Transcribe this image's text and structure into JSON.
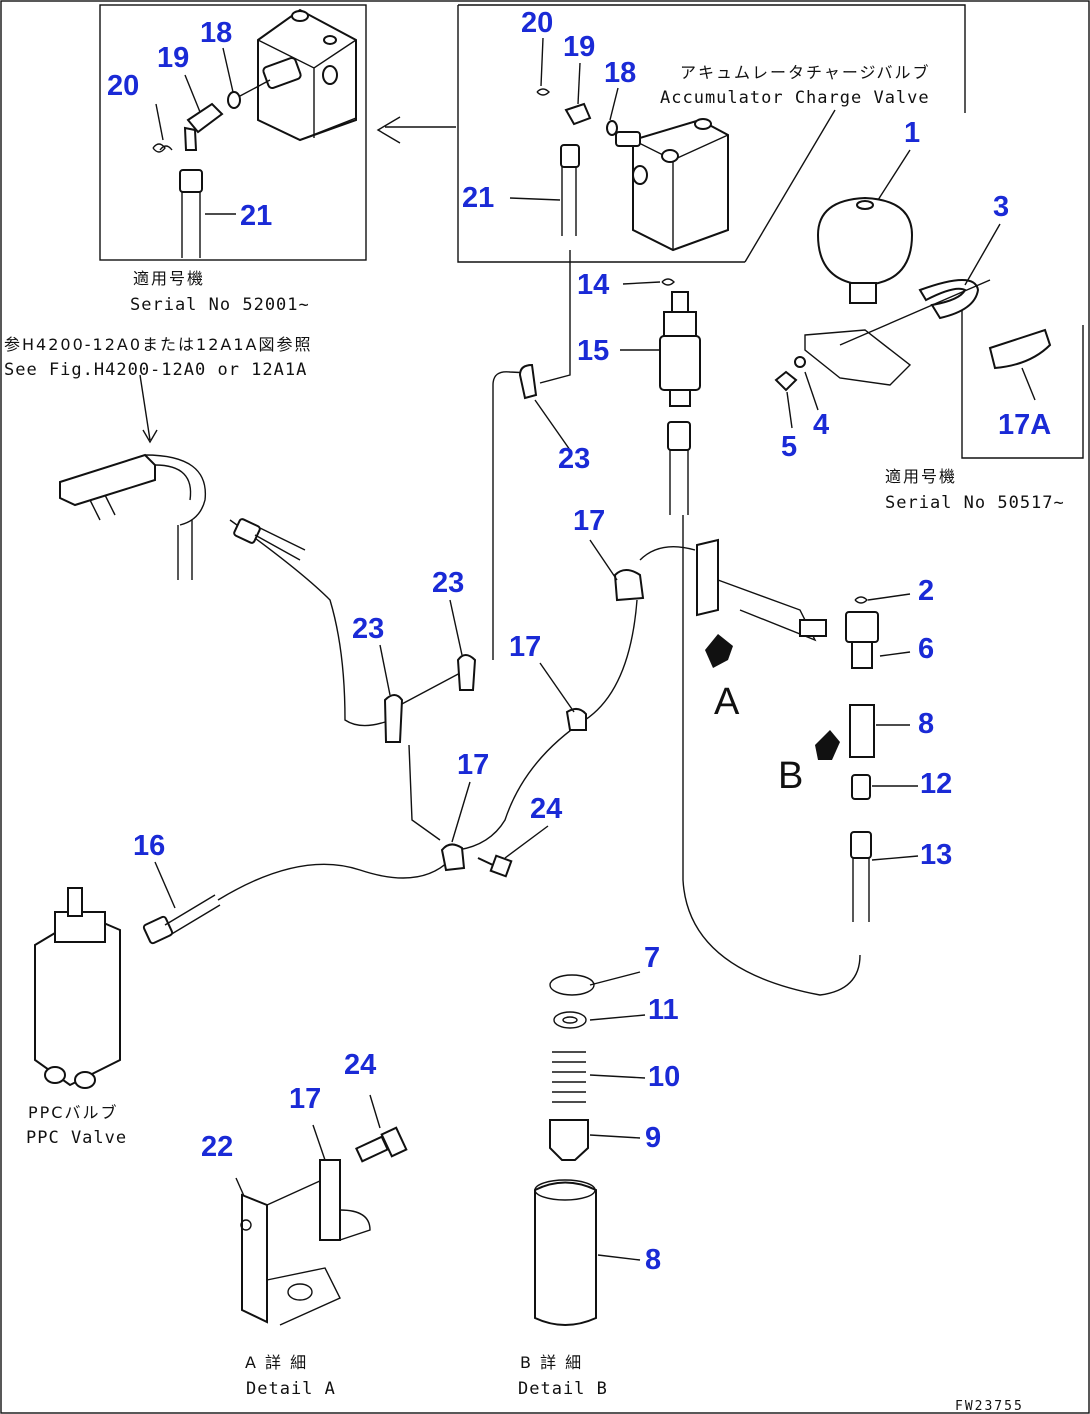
{
  "part_labels": {
    "p1": "1",
    "p2": "2",
    "p3": "3",
    "p4": "4",
    "p5": "5",
    "p6": "6",
    "p7": "7",
    "p8": "8",
    "p9": "9",
    "p10": "10",
    "p11": "11",
    "p12": "12",
    "p13": "13",
    "p14": "14",
    "p15": "15",
    "p16": "16",
    "p17": "17",
    "p17a": "17A",
    "p18": "18",
    "p19": "19",
    "p20": "20",
    "p21": "21",
    "p22": "22",
    "p23": "23",
    "p24": "24"
  },
  "notes": {
    "accumulator_jp": "アキュムレータチャージバルブ",
    "accumulator_en": "Accumulator Charge Valve",
    "serial_left_jp": "適用号機",
    "serial_left_en": "Serial No 52001~",
    "serial_right_jp": "適用号機",
    "serial_right_en": "Serial No 50517~",
    "ref_jp": "参H4200-12A0または12A1A図参照",
    "ref_en": "See Fig.H4200-12A0 or 12A1A",
    "ppc_jp": "PPCバルブ",
    "ppc_en": "PPC Valve",
    "detail_a_jp": "A 詳 細",
    "detail_a_en": "Detail A",
    "detail_b_jp": "B 詳 細",
    "detail_b_en": "Detail B",
    "view_a": "A",
    "view_b": "B",
    "figure_code": "FW23755"
  }
}
